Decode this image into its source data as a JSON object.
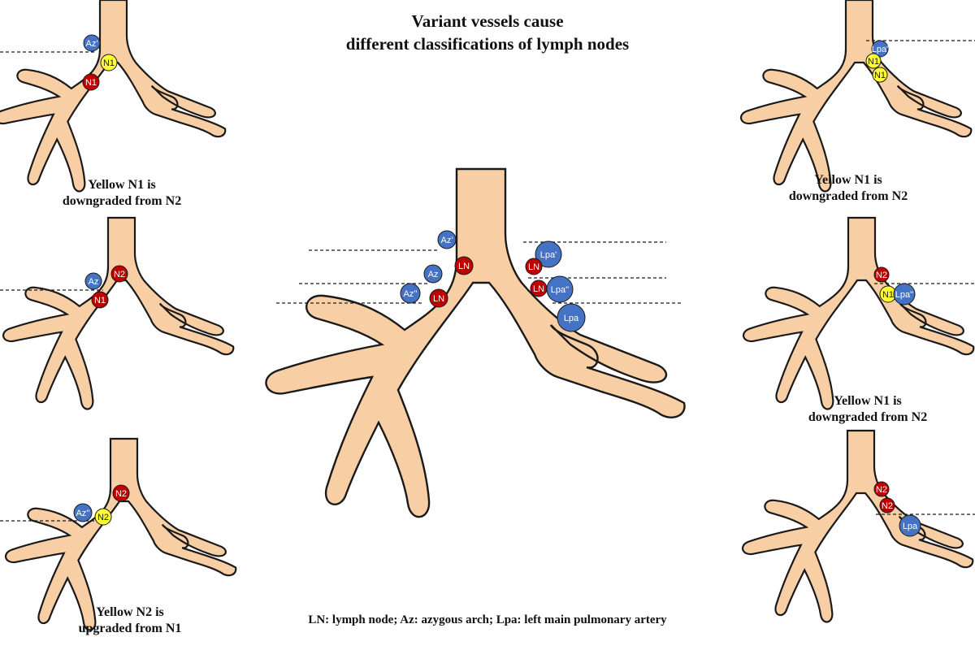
{
  "title": {
    "line1": "Variant vessels cause",
    "line2": "different classifications of lymph nodes"
  },
  "legend": "LN: lymph node; Az: azygous arch; Lpa: left main pulmonary artery",
  "colors": {
    "airway": "#f8cfa4",
    "outline": "#1a1a1a",
    "vessel": "#4472c4",
    "red_node": "#c00000",
    "yellow_node": "#ffff33"
  },
  "panels": [
    {
      "id": "top-left",
      "caption": [
        "Yellow N1 is",
        "downgraded from N2"
      ],
      "nodes": [
        {
          "label": "Az'",
          "type": "vessel"
        },
        {
          "label": "N1",
          "type": "yellow"
        },
        {
          "label": "N1",
          "type": "red"
        }
      ]
    },
    {
      "id": "mid-left",
      "caption": [],
      "nodes": [
        {
          "label": "Az",
          "type": "vessel"
        },
        {
          "label": "N2",
          "type": "red"
        },
        {
          "label": "N1",
          "type": "red"
        }
      ]
    },
    {
      "id": "bottom-left",
      "caption": [
        "Yellow N2 is",
        "upgraded from N1"
      ],
      "nodes": [
        {
          "label": "N2",
          "type": "red"
        },
        {
          "label": "Az''",
          "type": "vessel"
        },
        {
          "label": "N2",
          "type": "yellow"
        }
      ]
    },
    {
      "id": "center",
      "caption": [],
      "nodes": [
        {
          "label": "Az'",
          "type": "vessel"
        },
        {
          "label": "Az",
          "type": "vessel"
        },
        {
          "label": "Az''",
          "type": "vessel"
        },
        {
          "label": "LN",
          "type": "red"
        },
        {
          "label": "LN",
          "type": "red"
        },
        {
          "label": "Lpa'",
          "type": "vessel"
        },
        {
          "label": "LN",
          "type": "red"
        },
        {
          "label": "LN",
          "type": "red"
        },
        {
          "label": "Lpa''",
          "type": "vessel"
        },
        {
          "label": "Lpa",
          "type": "vessel"
        }
      ]
    },
    {
      "id": "top-right",
      "caption": [
        "Yellow N1 is",
        "downgraded from N2"
      ],
      "nodes": [
        {
          "label": "Lpa'",
          "type": "vessel"
        },
        {
          "label": "N1",
          "type": "yellow"
        },
        {
          "label": "N1",
          "type": "yellow"
        }
      ]
    },
    {
      "id": "mid-right",
      "caption": [
        "Yellow N1 is",
        "downgraded from N2"
      ],
      "nodes": [
        {
          "label": "N2",
          "type": "red"
        },
        {
          "label": "N1",
          "type": "yellow"
        },
        {
          "label": "Lpa''",
          "type": "vessel"
        }
      ]
    },
    {
      "id": "bottom-right",
      "caption": [],
      "nodes": [
        {
          "label": "N2",
          "type": "red"
        },
        {
          "label": "N2",
          "type": "red"
        },
        {
          "label": "Lpa",
          "type": "vessel"
        }
      ]
    }
  ]
}
